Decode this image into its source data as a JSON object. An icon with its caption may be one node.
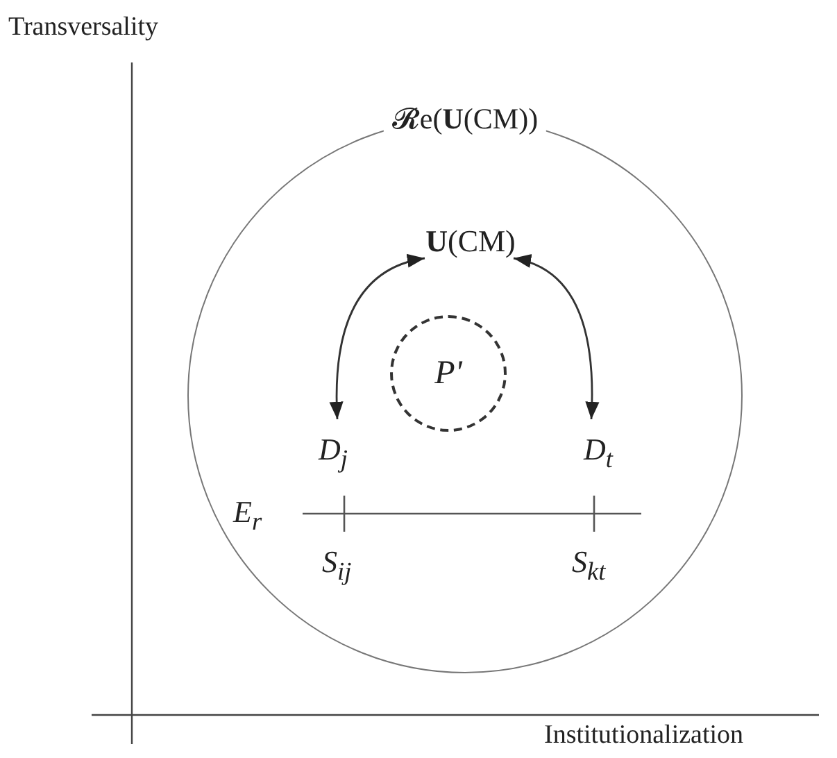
{
  "diagram": {
    "nodes": [
      {
        "text": [
          "𝓡e(**U**(CM))"
        ]
      },
      {
        "text": [
          "**U**(CM)"
        ],
        "in": 0
      },
      {
        "text": [
          "P'"
        ],
        "in": 0
      },
      {
        "text": [
          "D$_{j}$"
        ],
        "in": 0
      },
      {
        "text": [
          "D$_{t}$"
        ],
        "in": 0
      }
    ],
    "edges": [
      {
        "from": 1,
        "to": 3,
        "arrow": "both"
      },
      {
        "from": 1,
        "to": 4,
        "arrow": "both"
      }
    ],
    "labels": [
      "Transversality",
      "E$_{r}$",
      "S$_{ij}$",
      "S$_{kt}$",
      "Institutionalization"
    ]
  }
}
